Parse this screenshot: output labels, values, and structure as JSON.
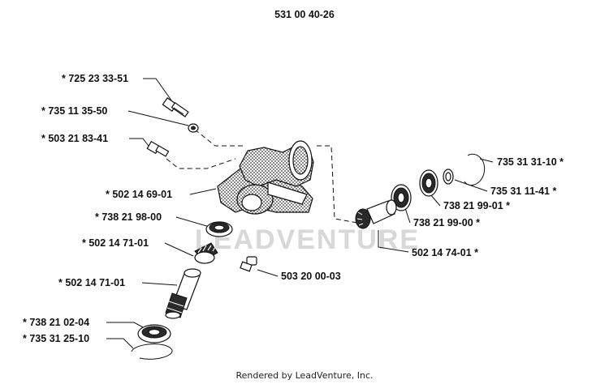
{
  "title": "531 00 40-26",
  "footer": "Rendered by LeadVenture, Inc.",
  "watermark": "LEADVENTURE",
  "parts": {
    "p1": {
      "number": "725 23 33-51",
      "star": "*"
    },
    "p2": {
      "number": "735 11 35-50",
      "star": "*"
    },
    "p3": {
      "number": "503 21 83-41",
      "star": "*"
    },
    "p4": {
      "number": "502 14 69-01",
      "star": "*"
    },
    "p5": {
      "number": "738 21 98-00",
      "star": "*"
    },
    "p6": {
      "number": "502 14 71-01",
      "star": "*"
    },
    "p7": {
      "number": "502 14 71-01",
      "star": "*"
    },
    "p8": {
      "number": "738 21 02-04",
      "star": "*"
    },
    "p9": {
      "number": "735 31 25-10",
      "star": "*"
    },
    "p10": {
      "number": "503 20 00-03",
      "star": ""
    },
    "p11": {
      "number": "735 31 31-10",
      "star": "*"
    },
    "p12": {
      "number": "735 31 11-41",
      "star": "*"
    },
    "p13": {
      "number": "738 21 99-01",
      "star": "*"
    },
    "p14": {
      "number": "738 21 99-00",
      "star": "*"
    },
    "p15": {
      "number": "502 14 74-01",
      "star": "*"
    }
  }
}
